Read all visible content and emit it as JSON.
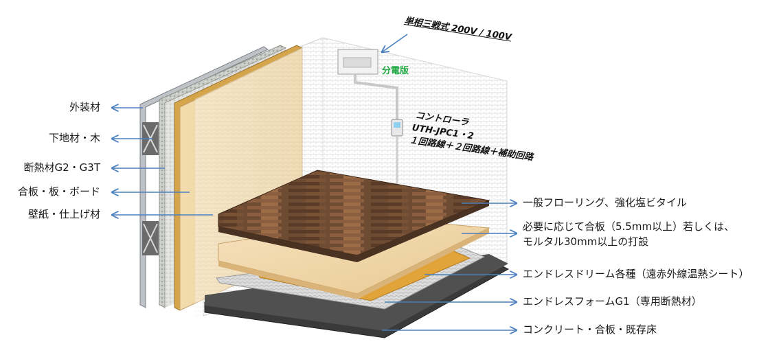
{
  "colors": {
    "arrow": "#4a7fc0",
    "panel_label": "#22aa44",
    "concrete": "#3a3a3a",
    "heating_sheet": "#e0a43a",
    "plywood": "#f2d7ab",
    "flooring": "#6b4a34"
  },
  "header": {
    "line1": "単相三戦式  200V / 100V"
  },
  "panel_label": "分電版",
  "controller": {
    "line1": "コントローラ",
    "line2": "UTH-JPC1・2",
    "line3": "１回路線＋２回路線＋補助回路"
  },
  "left_labels": [
    "外装材",
    "下地材・木",
    "断熱材G2・G3T",
    "合板・板・ボード",
    "壁紙・仕上げ材"
  ],
  "right_labels": [
    "一般フローリング、強化塩ビタイル",
    "必要に応じて合板（5.5mm以上）若しくは、",
    "モルタル30mm以上の打設",
    "エンドレスドリーム各種（遠赤外線温熱シート）",
    "エンドレスフォームG1（専用断熱材）",
    "コンクリート・合板・既存床"
  ]
}
